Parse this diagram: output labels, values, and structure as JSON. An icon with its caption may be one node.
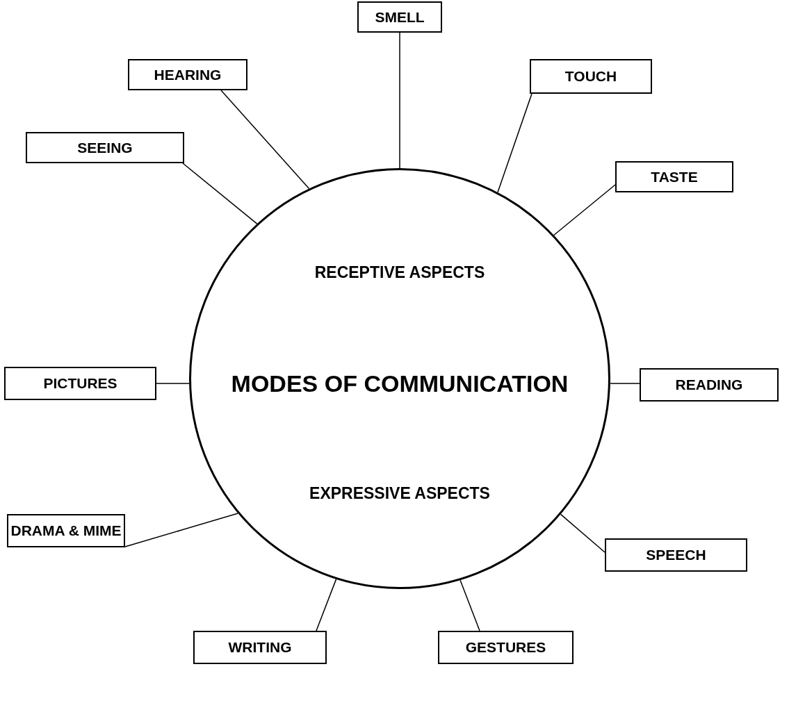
{
  "diagram": {
    "nodes": [
      {
        "text": [
          "RECEPTIVE ASPECTS",
          "MODES OF COMMUNICATION",
          "EXPRESSIVE ASPECTS"
        ]
      },
      {
        "text": [
          "SMELL"
        ]
      },
      {
        "text": [
          "HEARING"
        ]
      },
      {
        "text": [
          "TOUCH"
        ]
      },
      {
        "text": [
          "SEEING"
        ]
      },
      {
        "text": [
          "TASTE"
        ]
      },
      {
        "text": [
          "PICTURES"
        ]
      },
      {
        "text": [
          "READING"
        ]
      },
      {
        "text": [
          "DRAMA & MIME"
        ]
      },
      {
        "text": [
          "SPEECH"
        ]
      },
      {
        "text": [
          "WRITING"
        ]
      },
      {
        "text": [
          "GESTURES"
        ]
      }
    ],
    "edges": [
      {
        "from": 0,
        "to": 1,
        "arrow": "none"
      },
      {
        "from": 0,
        "to": 2,
        "arrow": "none"
      },
      {
        "from": 0,
        "to": 3,
        "arrow": "none"
      },
      {
        "from": 0,
        "to": 4,
        "arrow": "none"
      },
      {
        "from": 0,
        "to": 5,
        "arrow": "none"
      },
      {
        "from": 0,
        "to": 6,
        "arrow": "none"
      },
      {
        "from": 0,
        "to": 7,
        "arrow": "none"
      },
      {
        "from": 0,
        "to": 8,
        "arrow": "none"
      },
      {
        "from": 0,
        "to": 9,
        "arrow": "none"
      },
      {
        "from": 0,
        "to": 10,
        "arrow": "none"
      },
      {
        "from": 0,
        "to": 11,
        "arrow": "none"
      }
    ]
  }
}
